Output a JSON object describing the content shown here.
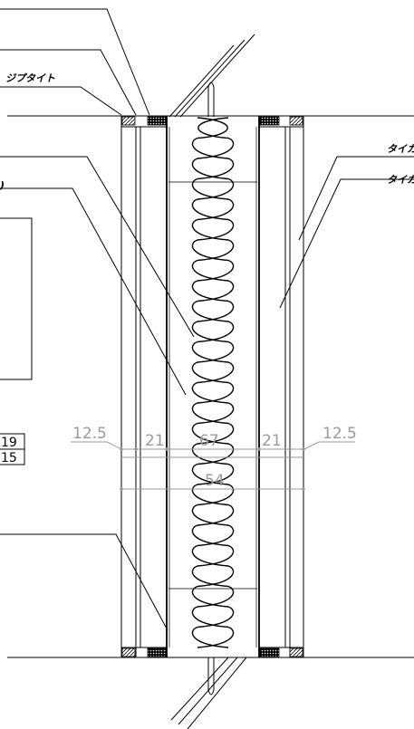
{
  "labels": {
    "top_label": "ジプタイト",
    "right_label_1": "タイカ",
    "right_label_2": "タイカ",
    "left_paren": ")"
  },
  "dimensions": {
    "row1": [
      "12.5",
      "21",
      "67",
      "21",
      "12.5"
    ],
    "total": "54"
  },
  "left_box_values": [
    "19",
    "15"
  ]
}
